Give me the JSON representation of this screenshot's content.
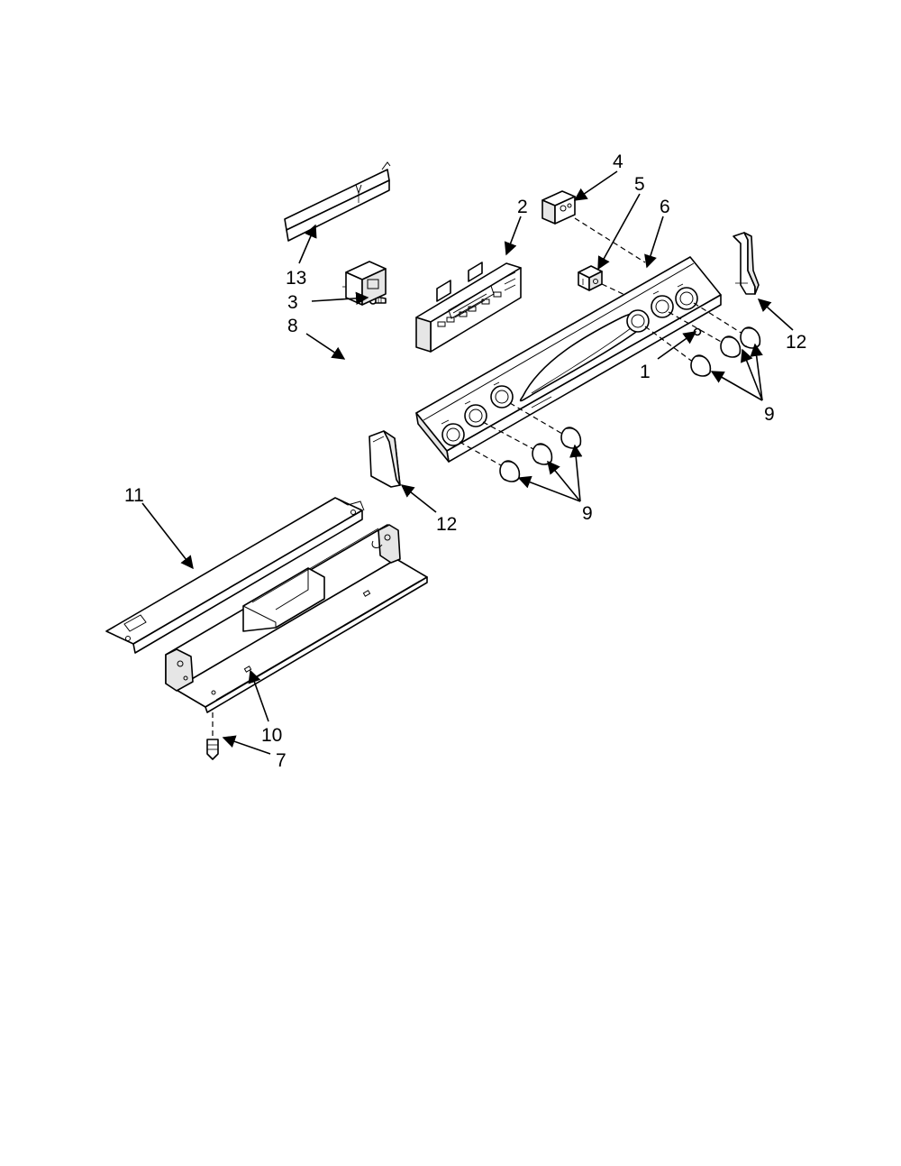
{
  "callouts": [
    {
      "id": "c1",
      "label": "1"
    },
    {
      "id": "c2",
      "label": "2"
    },
    {
      "id": "c3",
      "label": "3"
    },
    {
      "id": "c4",
      "label": "4"
    },
    {
      "id": "c5",
      "label": "5"
    },
    {
      "id": "c6",
      "label": "6"
    },
    {
      "id": "c7",
      "label": "7"
    },
    {
      "id": "c8",
      "label": "8"
    },
    {
      "id": "c9a",
      "label": "9"
    },
    {
      "id": "c9b",
      "label": "9"
    },
    {
      "id": "c10",
      "label": "10"
    },
    {
      "id": "c11",
      "label": "11"
    },
    {
      "id": "c12a",
      "label": "12"
    },
    {
      "id": "c12b",
      "label": "12"
    },
    {
      "id": "c13",
      "label": "13"
    }
  ],
  "colors": {
    "line": "#000000",
    "background": "#ffffff",
    "shade": "#e6e6e6"
  }
}
